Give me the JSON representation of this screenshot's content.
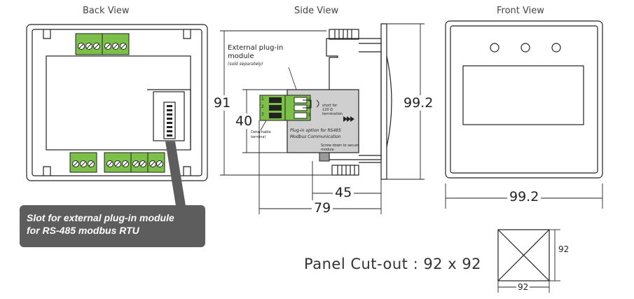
{
  "titles": {
    "back_view": "Back View",
    "side_view": "Side View",
    "front_view": "Front View"
  },
  "dimensions": {
    "height_91": "91",
    "height_40": "40",
    "height_99_2": "99.2",
    "depth_45": "45",
    "depth_79": "79",
    "width_99_2": "99.2",
    "cutout_height": "92",
    "cutout_width": "92"
  },
  "side_labels": {
    "external_module_line1": "External plug-in",
    "external_module_line2": "module",
    "sold_separately": "(sold separately)",
    "plugin_option_line1": "Plug-in option for RS485",
    "plugin_option_line2": "Modbus Communication",
    "detachable_line1": "Detachable",
    "detachable_line2": "terminal",
    "short_for_line1": "short for",
    "short_for_line2": "120 Ω",
    "short_for_line3": "termination",
    "secure_line1": "Screw down to secure",
    "secure_line2": "module",
    "terminal_numbers": [
      "1",
      "2",
      "3"
    ],
    "terminal_numbers_right": [
      "1",
      "2",
      "3"
    ]
  },
  "callout": {
    "line1": "Slot for external plug-in module",
    "line2": "for RS-485 modbus RTU"
  },
  "panel_cutout": {
    "label": "Panel Cut-out : 92 x 92"
  },
  "colors": {
    "callout_bg": "#5d5d5d",
    "terminal_green": "#7cc04a",
    "module_gray": "#cfcfcf",
    "line": "#222222"
  }
}
